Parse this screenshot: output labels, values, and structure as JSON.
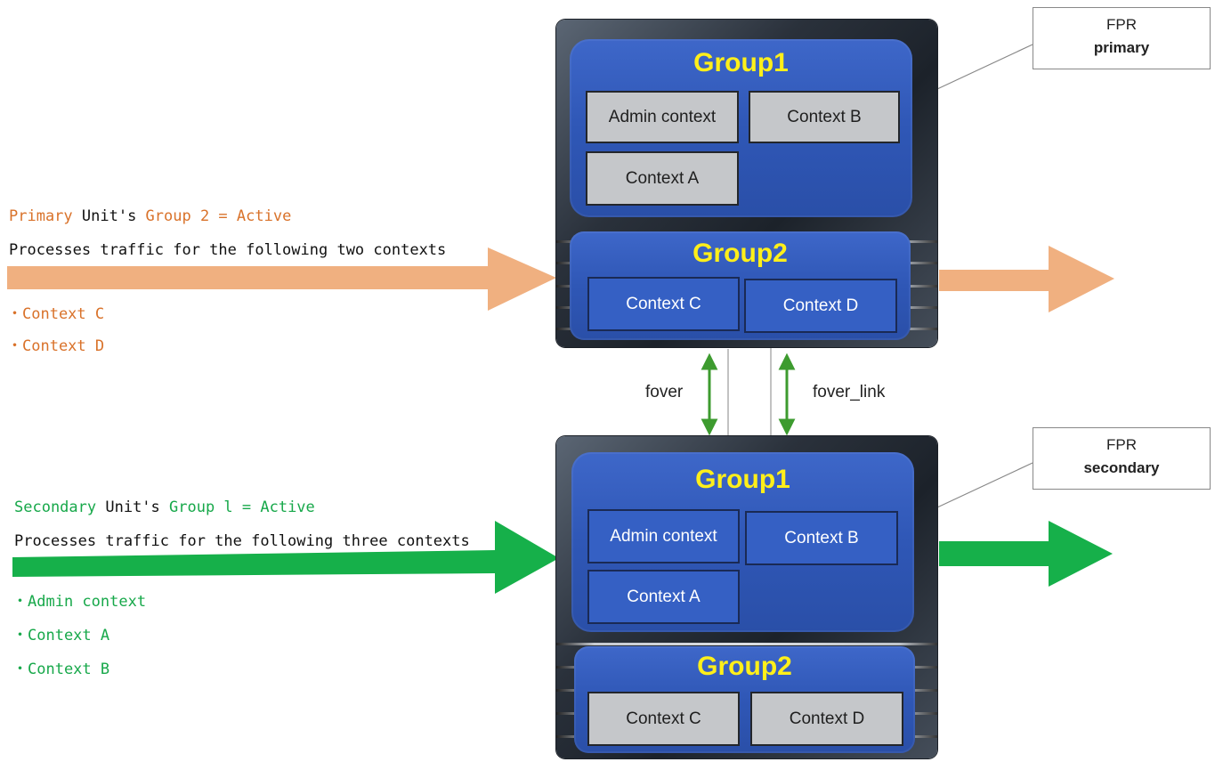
{
  "colors": {
    "orange": "#f0b080",
    "green": "#16b04a",
    "group_title": "#ffef1a"
  },
  "primary_note": {
    "prefix": "Primary",
    "mid": " Unit's ",
    "group": "Group 2 = Active",
    "line2": "Processes traffic for the following two contexts",
    "items": [
      "・Context C",
      "・Context D"
    ]
  },
  "secondary_note": {
    "prefix": "Secondary",
    "mid": " Unit's ",
    "group": "Group l = Active",
    "line2": "Processes traffic for the following three contexts",
    "items": [
      "・Admin context",
      "・Context A",
      "・Context B"
    ]
  },
  "primary_unit": {
    "label_top": "FPR",
    "label_bottom": "primary",
    "group1": {
      "title": "Group1",
      "contexts": [
        "Admin context",
        "Context B",
        "Context A"
      ]
    },
    "group2": {
      "title": "Group2",
      "contexts": [
        "Context C",
        "Context D"
      ]
    }
  },
  "secondary_unit": {
    "label_top": "FPR",
    "label_bottom": "secondary",
    "group1": {
      "title": "Group1",
      "contexts": [
        "Admin context",
        "Context B",
        "Context A"
      ]
    },
    "group2": {
      "title": "Group2",
      "contexts": [
        "Context C",
        "Context D"
      ]
    }
  },
  "links": [
    "fover",
    "fover_link"
  ]
}
